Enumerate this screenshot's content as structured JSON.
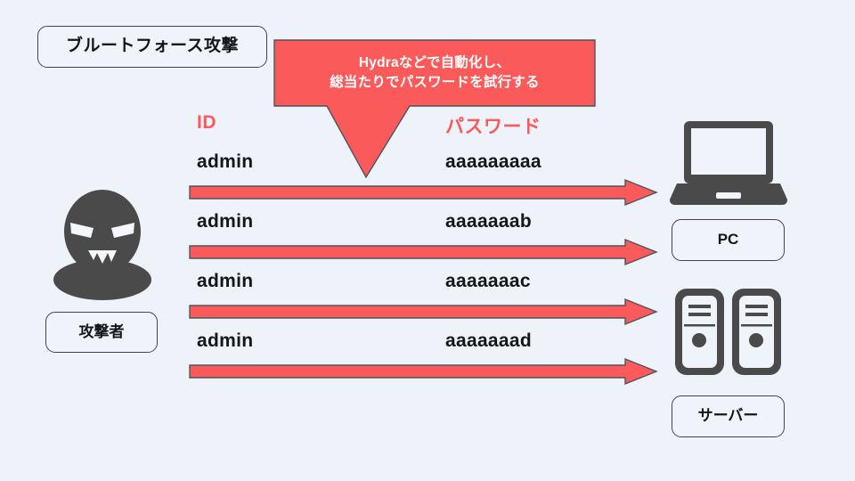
{
  "background_color": "#eef3fa",
  "accent_color": "#fa5a5a",
  "icon_color": "#4a4a4a",
  "title": {
    "text": "ブルートフォース攻撃"
  },
  "callout": {
    "line1": "Hydraなどで自動化し、",
    "line2": "総当たりでパスワードを試行する",
    "fill_color": "#fa5a5a",
    "text_color": "#ffffff"
  },
  "table": {
    "headers": {
      "id": "ID",
      "password": "パスワード"
    },
    "rows": [
      {
        "id": "admin",
        "password": "aaaaaaaaa"
      },
      {
        "id": "admin",
        "password": "aaaaaaab"
      },
      {
        "id": "admin",
        "password": "aaaaaaac"
      },
      {
        "id": "admin",
        "password": "aaaaaaad"
      }
    ]
  },
  "attacker": {
    "label": "攻撃者",
    "icon": "masked-attacker-icon"
  },
  "targets": [
    {
      "label": "PC",
      "icon": "laptop-icon"
    },
    {
      "label": "サーバー",
      "icon": "server-icon"
    }
  ],
  "arrows": {
    "count": 4,
    "direction": "left-to-right",
    "color": "#fa5a5a"
  }
}
